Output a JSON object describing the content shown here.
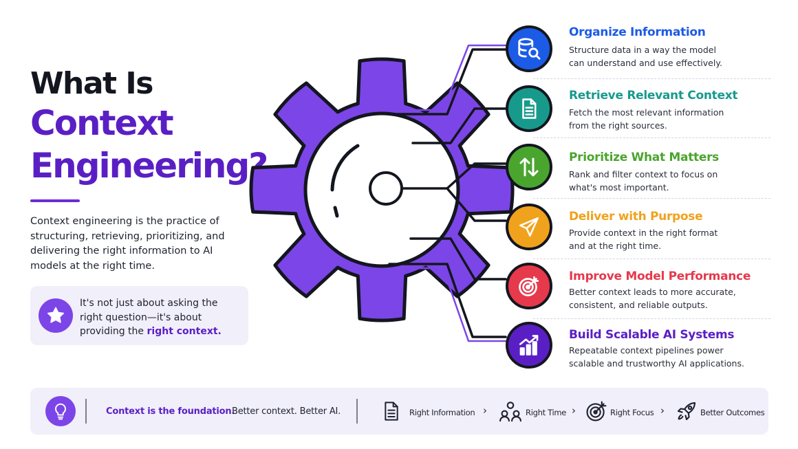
{
  "title": {
    "line1": "What Is",
    "line2": "Context",
    "line3": "Engineering?"
  },
  "intro": "Context engineering is the practice of structuring, retrieving, prioritizing, and delivering the right information to AI models at the right time.",
  "quote": {
    "text_before": "It's not just about asking the right question—it's about providing the",
    "highlight": "right context.",
    "icon": "star-icon"
  },
  "steps": [
    {
      "title": "Organize Information",
      "desc": "Structure data in a way the model can understand and use effectively.",
      "color": "#1c5be6",
      "icon": "database-search-icon"
    },
    {
      "title": "Retrieve Relevant Context",
      "desc": "Fetch the most relevant information from the right sources.",
      "color": "#179a8c",
      "icon": "document-icon"
    },
    {
      "title": "Prioritize What Matters",
      "desc": "Rank and filter context to focus on what's most important.",
      "color": "#4aa52e",
      "icon": "sort-arrows-icon"
    },
    {
      "title": "Deliver with Purpose",
      "desc": "Provide context in the right format and at the right time.",
      "color": "#f0a21c",
      "icon": "paper-plane-icon"
    },
    {
      "title": "Improve Model Performance",
      "desc": "Better context leads to more accurate, consistent, and reliable outputs.",
      "color": "#e6394c",
      "icon": "target-icon"
    },
    {
      "title": "Build Scalable AI Systems",
      "desc": "Repeatable context pipelines power scalable and trustworthy AI applications.",
      "color": "#5a1fc4",
      "icon": "growth-chart-icon"
    }
  ],
  "footer": {
    "strong": "Context is the foundation.",
    "normal": "Better context. Better AI.",
    "items": [
      {
        "label": "Right Information",
        "icon": "document-icon"
      },
      {
        "label": "Right Time",
        "icon": "people-icon"
      },
      {
        "label": "Right Focus",
        "icon": "target-icon"
      },
      {
        "label": "Better Outcomes",
        "icon": "rocket-icon"
      }
    ],
    "chevron": "›"
  },
  "colors": {
    "primary": "#5a1fc4",
    "gear": "#7c45e8",
    "panel": "#f1effa",
    "outline": "#14161f"
  }
}
